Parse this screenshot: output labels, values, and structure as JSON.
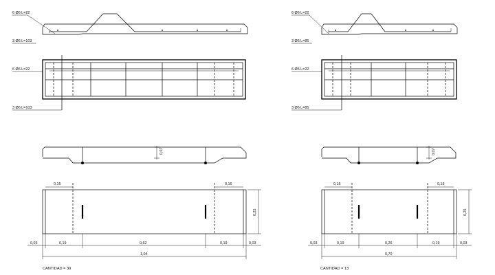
{
  "left": {
    "callouts": {
      "top_bar": "6 Ø6 L=22",
      "top_stirrup": "3 Ø6 L=103",
      "plan_bar": "6 Ø6 L=22",
      "plan_stirrup": "3 Ø6 L=103"
    },
    "section_height": "0,07",
    "dims": {
      "end_left": "0,16",
      "end_right": "0,16",
      "side": "0,25",
      "edge_left": "0,03",
      "segment_left": "0,19",
      "segment_mid": "0,62",
      "segment_right": "0,19",
      "edge_right": "0,03",
      "total": "1,04"
    },
    "quantity": "CANTIDAD = 30"
  },
  "right": {
    "callouts": {
      "top_bar": "6 Ø6 L=22",
      "top_stirrup": "3 Ø6 L=85",
      "plan_bar": "6 Ø6 L=22",
      "plan_stirrup": "3 Ø6 L=85"
    },
    "section_height": "0,07",
    "dims": {
      "end_left": "0,16",
      "end_right": "0,16",
      "side": "0,25",
      "edge_left": "0,03",
      "segment_left": "0,19",
      "segment_mid": "0,26",
      "segment_right": "0,19",
      "edge_right": "0,03",
      "total": "0,70"
    },
    "quantity": "CANTIDAD = 13"
  }
}
